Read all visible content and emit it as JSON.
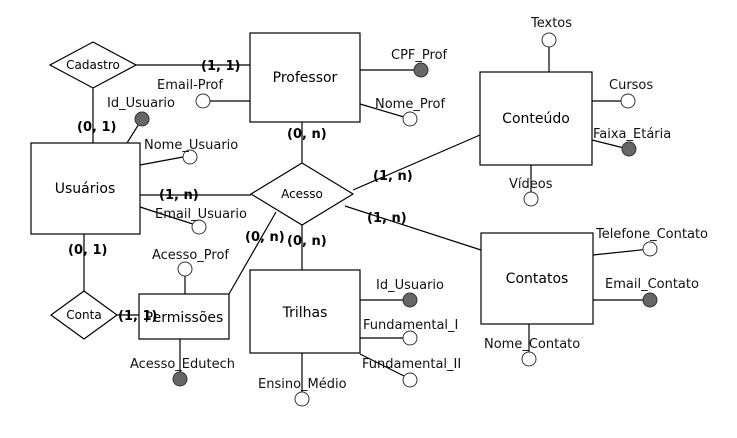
{
  "entities": {
    "professor": "Professor",
    "usuarios": "Usuários",
    "conteudo": "Conteúdo",
    "contatos": "Contatos",
    "trilhas": "Trilhas",
    "permissoes": "Permissões"
  },
  "relationships": {
    "cadastro": "Cadastro",
    "acesso": "Acesso",
    "conta": "Conta"
  },
  "attributes": {
    "cpf_prof": "CPF_Prof",
    "email_prof": "Email-Prof",
    "nome_prof": "Nome_Prof",
    "id_usuario_usuarios": "Id_Usuario",
    "nome_usuario": "Nome_Usuario",
    "email_usuario": "Email_Usuario",
    "textos": "Textos",
    "cursos": "Cursos",
    "faixa_etaria": "Faixa_Etária",
    "videos": "Vídeos",
    "telefone_contato": "Telefone_Contato",
    "email_contato": "Email_Contato",
    "nome_contato": "Nome_Contato",
    "id_usuario_trilhas": "Id_Usuario",
    "fundamental_i": "Fundamental_I",
    "fundamental_ii": "Fundamental_II",
    "ensino_medio": "Ensino_Médio",
    "acesso_prof": "Acesso_Prof",
    "acesso_edutech": "Acesso_Edutech"
  },
  "cardinalities": {
    "cadastro_professor": "(1, 1)",
    "cadastro_usuarios": "(0, 1)",
    "professor_acesso": "(0, n)",
    "usuarios_acesso": "(1, n)",
    "conteudo_acesso": "(1, n)",
    "contatos_acesso": "(1, n)",
    "permissoes_acesso": "(0, n)",
    "trilhas_acesso": "(0, n)",
    "usuarios_conta": "(0, 1)",
    "conta_permissoes": "(1, 1)"
  }
}
